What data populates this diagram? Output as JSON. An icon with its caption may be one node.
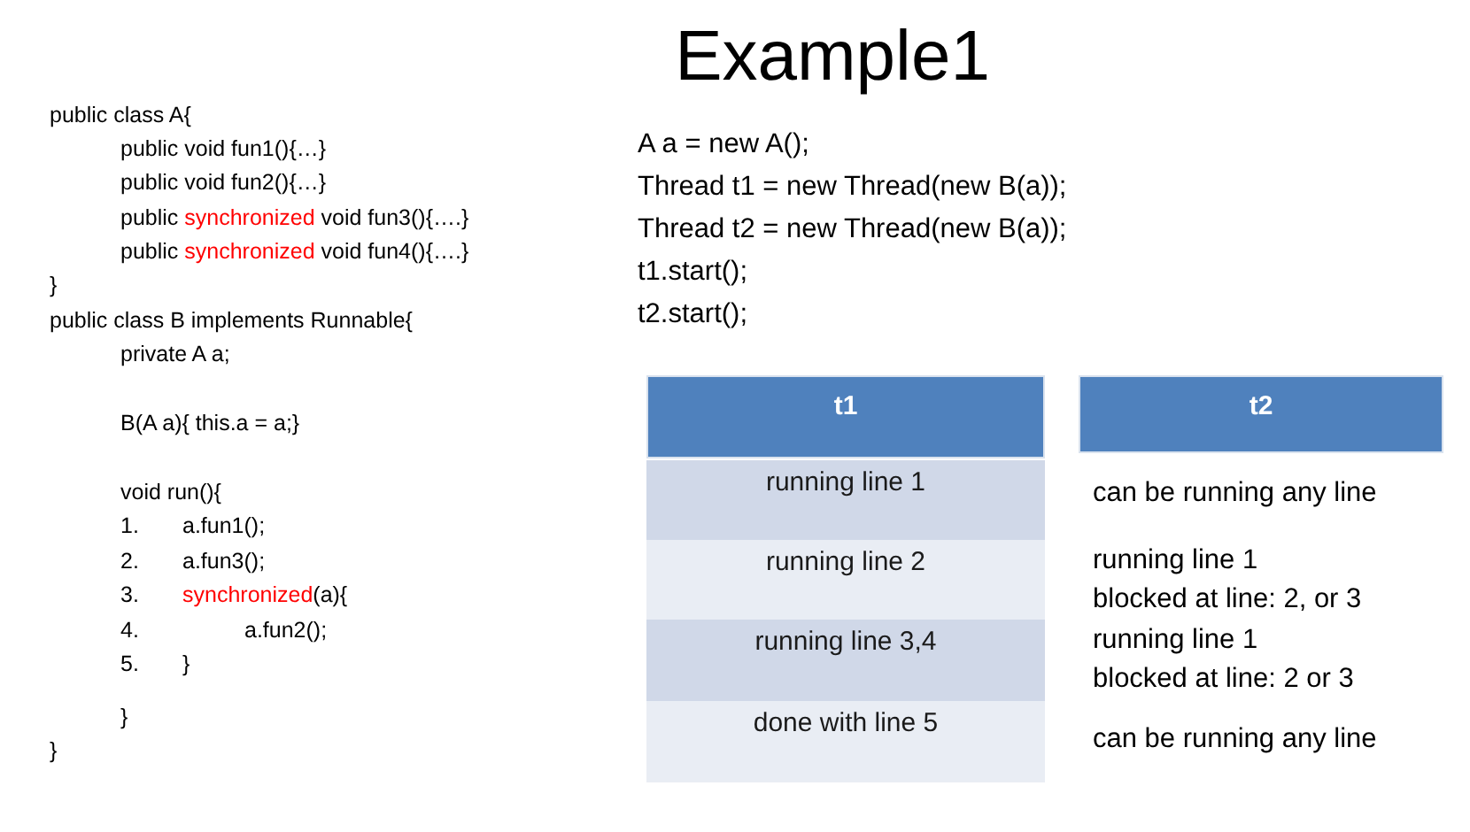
{
  "diagram": {
    "title": "Example1",
    "labels": [
      "public class A{",
      "public void fun1(){…}",
      "public void fun2(){…}",
      "public *synchronized* void fun3(){….}",
      "public *synchronized* void fun4(){….}",
      "}",
      "public class B implements Runnable{",
      "private A a;",
      "B(A a){ this.a = a;}",
      "void run(){",
      "1.\ta.fun1();",
      "2.\ta.fun3();",
      "3.\t*synchronized*(a){",
      "4.\t\ta.fun2();",
      "5.\t}",
      "}",
      "}",
      "A a = new A();",
      "Thread t1 = new Thread(new B(a));",
      "Thread t2 = new Thread(new B(a));",
      "t1.start();",
      "t2.start();",
      "t1",
      "t2",
      "running line 1",
      "can be running any line",
      "running line 2",
      "running line 1",
      "blocked at line: 2, or 3",
      "running line 3,4",
      "running line 1",
      "blocked at line: 2 or 3",
      "done with line 5",
      "can be running any line"
    ]
  }
}
